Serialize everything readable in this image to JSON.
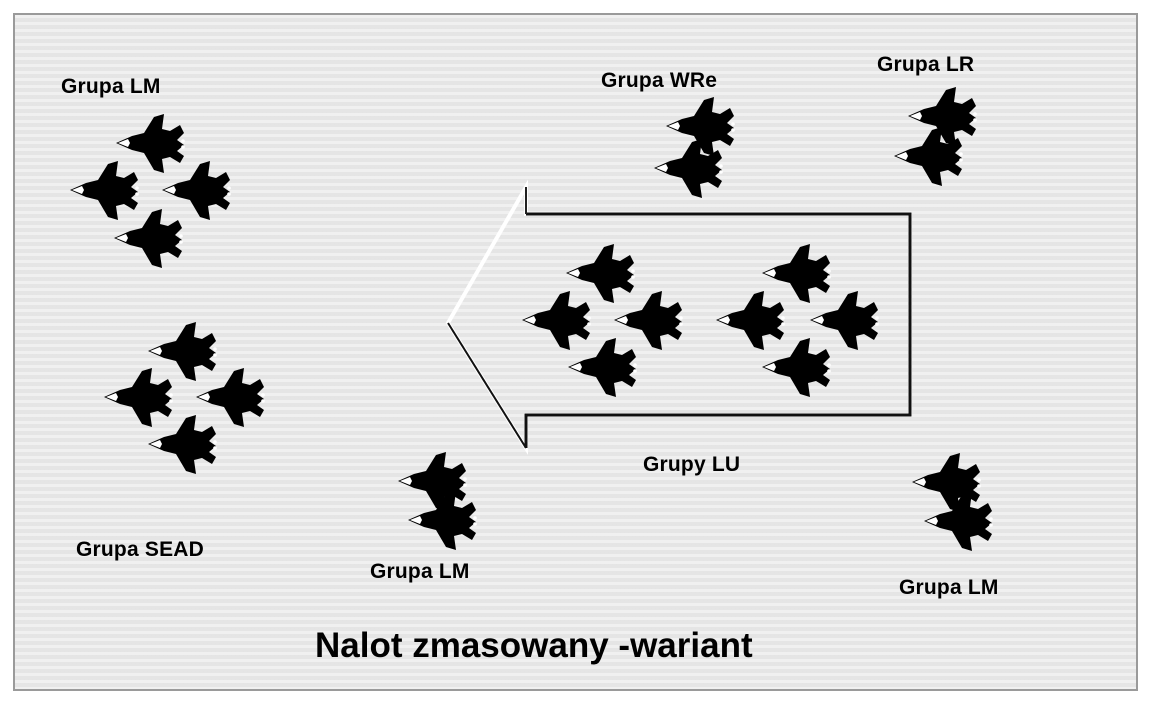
{
  "title": "Nalot zmasowany -wariant",
  "labels": {
    "group_lm_top_left": "Grupa LM",
    "group_wre": "Grupa WRe",
    "group_lr": "Grupa LR",
    "group_sead": "Grupa SEAD",
    "group_lm_bottom_center": "Grupa LM",
    "group_lm_bottom_right": "Grupa LM",
    "groups_lu": "Grupy LU"
  },
  "colors": {
    "background": "#e8e8e8",
    "aircraft": "#000000",
    "arrow_light": "#ffffff",
    "arrow_dark": "#111111"
  },
  "icons": {
    "aircraft": "aircraft-icon",
    "arrow": "left-arrow-outline"
  }
}
